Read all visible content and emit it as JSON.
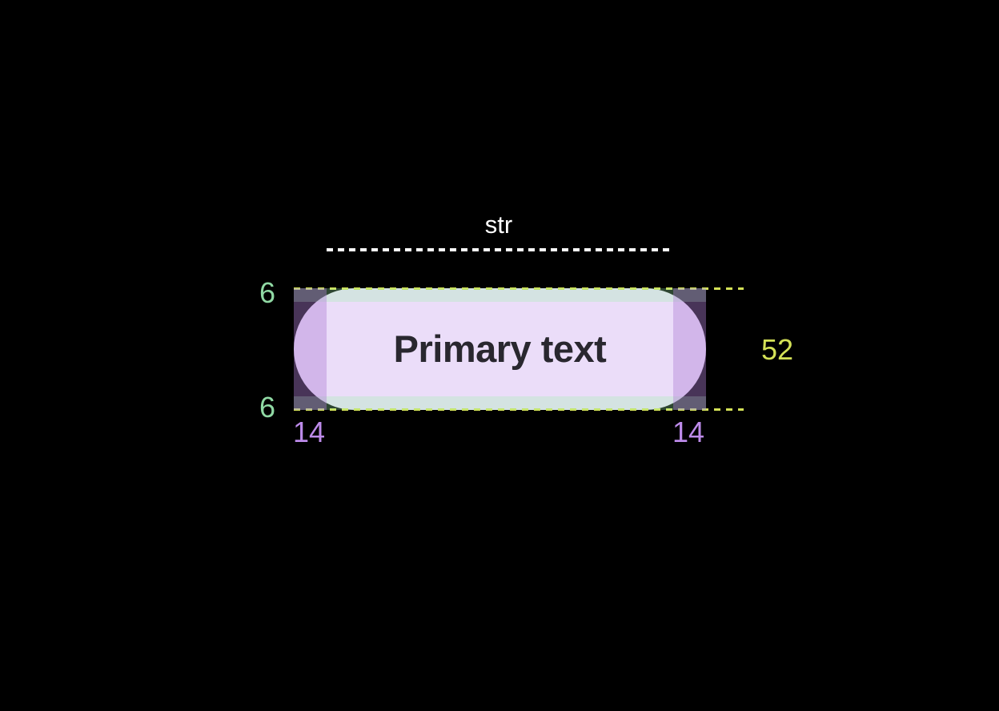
{
  "diagram": {
    "type": "button-component-spec",
    "width_annotation": {
      "label": "str"
    },
    "button": {
      "label": "Primary text"
    },
    "measurements": {
      "padding_top": "6",
      "padding_bottom": "6",
      "padding_left": "14",
      "padding_right": "14",
      "total_height": "52"
    },
    "colors": {
      "canvas_bg": "#000000",
      "pill_bg": "#EBDDF9",
      "pill_text": "#29272F",
      "width_line": "#FFFFFF",
      "height_line_accent": "#D4E157",
      "vertical_padding_accent": "#90D9A4",
      "horizontal_padding_accent": "#BD8BEA",
      "vertical_padding_overlay": "rgba(154,242,170,0.29)",
      "horizontal_padding_overlay": "rgba(176,127,213,0.41)"
    }
  }
}
